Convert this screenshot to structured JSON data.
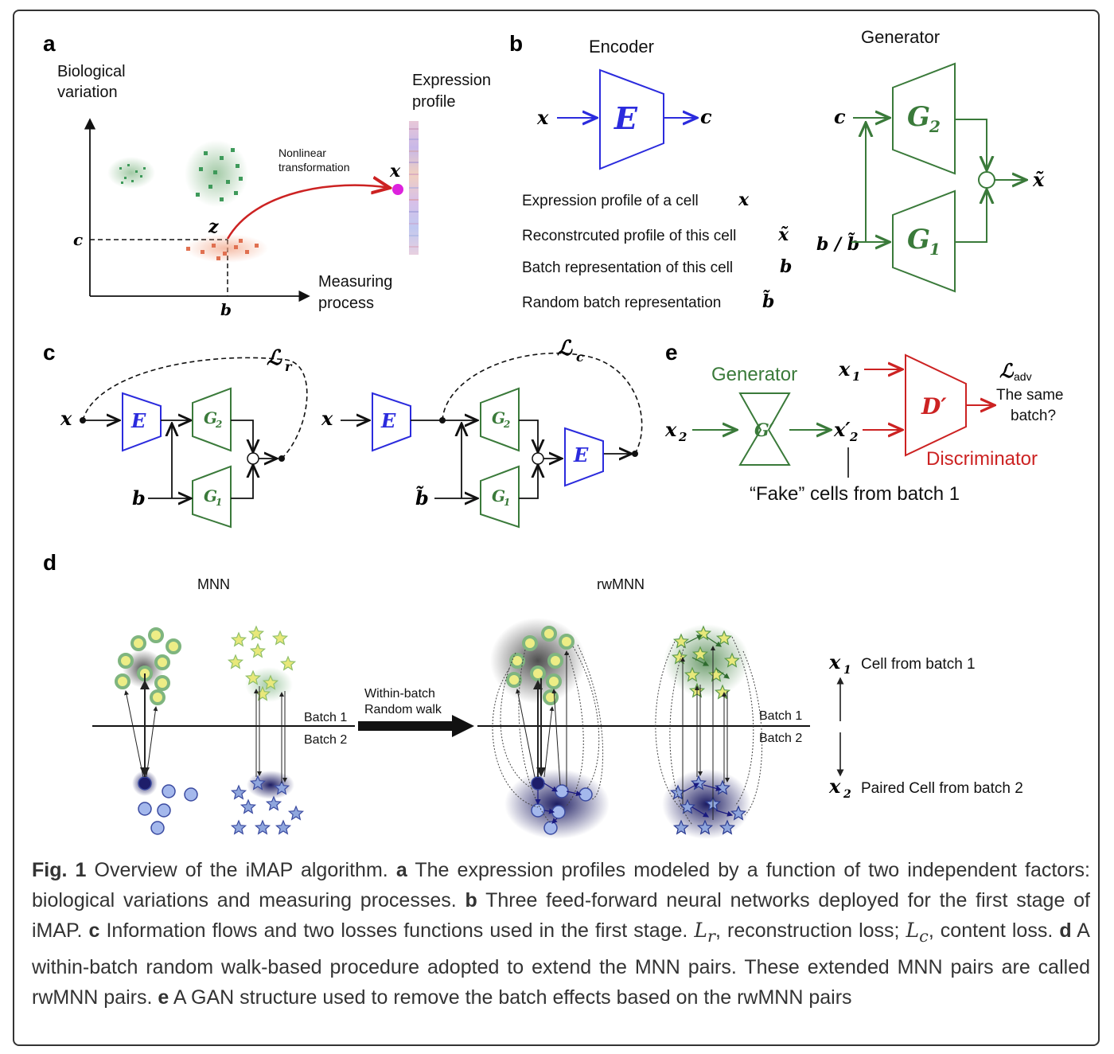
{
  "panels": {
    "a": {
      "letter": "a",
      "ylabel_line1": "Biological",
      "ylabel_line2": "variation",
      "xlabel_line1": "Measuring",
      "xlabel_line2": "process",
      "c_label": "c",
      "b_label": "b",
      "z_label": "z",
      "x_label": "x",
      "transform_line1": "Nonlinear",
      "transform_line2": "transformation",
      "expr_line1": "Expression",
      "expr_line2": "profile"
    },
    "b": {
      "letter": "b",
      "encoder_title": "Encoder",
      "generator_title": "Generator",
      "encoder_symbol": "E",
      "in_x": "x",
      "out_c": "c",
      "gen_c": "c",
      "gen_b": "b / b̃",
      "g2": "G",
      "g2_sub": "2",
      "g1": "G",
      "g1_sub": "1",
      "gen_out": "x̃",
      "legend": [
        {
          "text": "Expression profile of a cell",
          "sym": "x"
        },
        {
          "text": "Reconstrcuted profile of this cell",
          "sym": "x̃"
        },
        {
          "text": "Batch representation of this cell",
          "sym": "b"
        },
        {
          "text": "Random batch representation",
          "sym": "b̃"
        }
      ]
    },
    "c": {
      "letter": "c",
      "left": {
        "x": "x",
        "b": "b",
        "loss": "ℒ",
        "loss_sub": "r",
        "E": "E",
        "G2": "G",
        "G2_sub": "2",
        "G1": "G",
        "G1_sub": "1"
      },
      "right": {
        "x": "x",
        "b": "b̃",
        "loss": "ℒ",
        "loss_sub": "c",
        "E": "E",
        "E2": "E",
        "G2": "G",
        "G2_sub": "2",
        "G1": "G",
        "G1_sub": "1"
      }
    },
    "e": {
      "letter": "e",
      "generator_label": "Generator",
      "discriminator_label": "Discriminator",
      "g_symbol": "G′",
      "d_symbol": "D′",
      "x1": "x",
      "x1_sub": "1",
      "x2": "x",
      "x2_sub": "2",
      "x2p": "x′",
      "x2p_sub": "2",
      "loss": "ℒ",
      "loss_sub": "adv",
      "question_line1": "The same",
      "question_line2": "batch?",
      "fake_note": "“Fake” cells from batch 1"
    },
    "d": {
      "letter": "d",
      "mnn_title": "MNN",
      "rwmnn_title": "rwMNN",
      "arrow_line1": "Within-batch",
      "arrow_line2": "Random walk",
      "batch1": "Batch 1",
      "batch2": "Batch 2",
      "batch1_r": "Batch 1",
      "batch2_r": "Batch 2",
      "legend_x1": "x",
      "legend_x1_sub": "1",
      "legend_x1_text": "Cell from batch 1",
      "legend_x2": "x",
      "legend_x2_sub": "2",
      "legend_x2_text": "Paired Cell from batch 2"
    }
  },
  "caption": {
    "fig": "Fig. 1",
    "t1": " Overview of the iMAP algorithm. ",
    "a": "a",
    "t2": " The expression profiles modeled by a function of two independent factors: biological variations and measuring processes. ",
    "b": "b",
    "t3": " Three feed-forward neural networks deployed for the first stage of iMAP. ",
    "c": "c",
    "t4": " Information flows and two losses functions used in the first stage. ",
    "lr": "L",
    "lr_sub": "r",
    "t5": ", reconstruction loss; ",
    "lc": "L",
    "lc_sub": "c",
    "t6": ", content loss. ",
    "d": "d",
    "t7": " A within-batch random walk-based procedure adopted to extend the MNN pairs. These extended MNN pairs are called rwMNN pairs. ",
    "e": "e",
    "t8": " A GAN structure used to remove the batch effects based on the rwMNN pairs"
  },
  "colors": {
    "encoder": "#2b2bdd",
    "generator": "#3a7a3a",
    "discriminator": "#cc2222",
    "batch1_cells": "#e8e87a",
    "batch2_cells": "#8fa6dd"
  }
}
